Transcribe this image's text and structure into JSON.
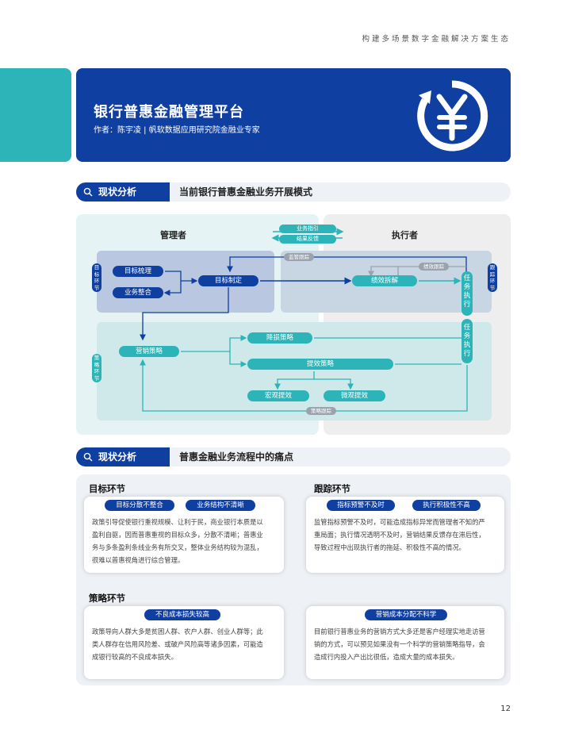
{
  "header": {
    "caption": "构建多场景数字金融解决方案生态"
  },
  "banner": {
    "title": "银行普惠金融管理平台",
    "author": "作者：陈宇凌 | 帆软数据应用研究院金融业专家",
    "icon": "yen-circle-icon"
  },
  "section1": {
    "label": "现状分析",
    "subtitle": "当前银行普惠金融业务开展模式"
  },
  "diagram": {
    "manager_title": "管理者",
    "executor_title": "执行者",
    "flow_business_guide": "业务指引",
    "flow_result_feedback": "结果反馈",
    "target_goal_sort": "目标梳理",
    "target_business_integrate": "业务整合",
    "target_goal_set": "目标制定",
    "perf_breakdown": "绩效拆解",
    "task_exec_1": "任务执行",
    "task_exec_2": "任务执行",
    "supervise_track": "监管跟踪",
    "perf_track": "绩效跟踪",
    "side_target_phase": "目标环节",
    "side_track_phase": "跟踪环节",
    "side_strategy_phase": "策略环节",
    "marketing_strategy": "营销策略",
    "reduce_loss_strategy": "降损策略",
    "improve_eff_strategy": "提效策略",
    "macro_eff": "宏观提效",
    "micro_eff": "微观提效",
    "strategy_track": "策略跟踪",
    "colors": {
      "navy": "#0f3fa0",
      "teal": "#2cb4b8",
      "gray": "#9aa3ad"
    }
  },
  "section2": {
    "label": "现状分析",
    "subtitle": "普惠金融业务流程中的痛点"
  },
  "cards": {
    "target": {
      "title": "目标环节",
      "tags": [
        "目标分散不整合",
        "业务结构不清晰"
      ],
      "lines": [
        "政策引导促使银行重视规模、让利于民，商业银行本质是以",
        "盈利自驱，因而普惠重视的目标众多，分散不清晰；普惠业",
        "务与多条盈利条线业务有所交叉，整体业务结构较为混乱，",
        "很难以普惠视角进行综合管理。"
      ]
    },
    "track": {
      "title": "跟踪环节",
      "tags": [
        "指标预警不及时",
        "执行积极性不高"
      ],
      "lines": [
        "监管指标预警不及时，可能造成指标异常而管理者不知的严",
        "重局面；执行情况透明不及时，营销结果反馈存在滞后性，",
        "导致过程中出现执行者的拖延、积极性不高的情况。"
      ]
    },
    "strategy": {
      "title": "策略环节",
      "tags": [
        "不良成本损失较高",
        "营销成本分配不科学"
      ],
      "left_lines": [
        "政策导向人群大多是贫困人群、农户人群、创业人群等；此",
        "类人群存在信用风险差、或破产风险高等诸多因素，可能造",
        "成银行较高的不良成本损失。"
      ],
      "right_lines": [
        "目前银行普惠业务的营销方式大多还是客户经理实地走访营",
        "销的方式，可以预见如果没有一个科学的营销策略指导，会",
        "造成行内投入产出比很低，造成大量的成本损失。"
      ]
    }
  },
  "footer": {
    "page_number": "12"
  }
}
